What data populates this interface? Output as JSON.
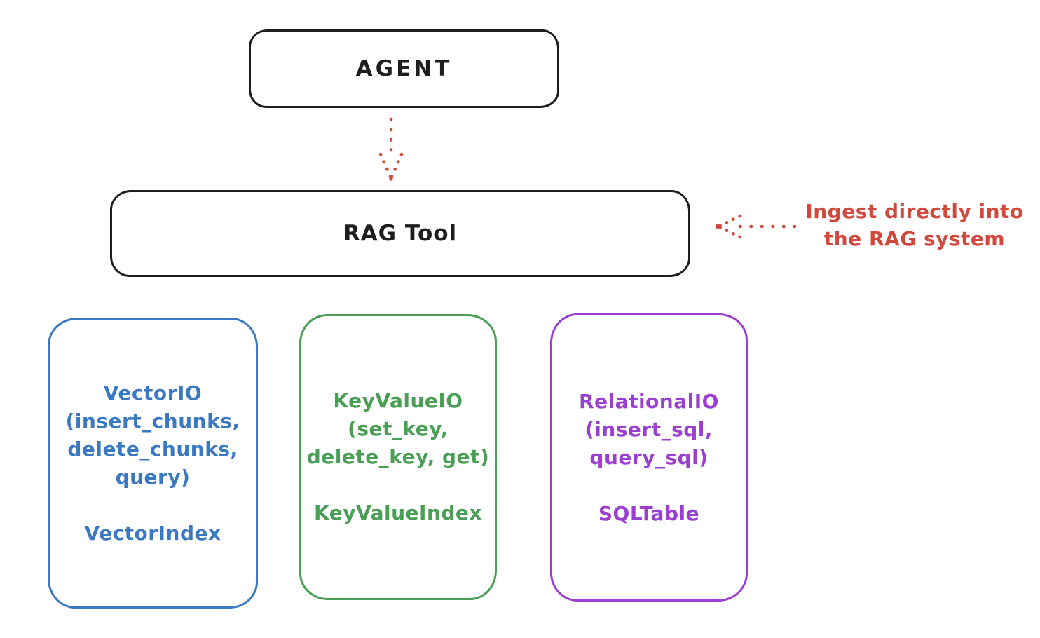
{
  "diagram": {
    "nodes": {
      "agent": {
        "label": "AGENT"
      },
      "rag_tool": {
        "label": "RAG Tool"
      }
    },
    "annotation": {
      "line1": "Ingest directly into",
      "line2": "the RAG system"
    },
    "backends": [
      {
        "id": "vector-io",
        "color": "#3b78c2",
        "lines": [
          "VectorIO",
          "(insert_chunks,",
          "delete_chunks,",
          "query)"
        ],
        "footer": "VectorIndex"
      },
      {
        "id": "keyvalue-io",
        "color": "#4a9e55",
        "lines": [
          "KeyValueIO",
          "(set_key,",
          "delete_key, get)"
        ],
        "footer": "KeyValueIndex"
      },
      {
        "id": "relational-io",
        "color": "#9a3fd0",
        "lines": [
          "RelationalIO",
          "(insert_sql,",
          "query_sql)"
        ],
        "footer": "SQLTable"
      }
    ],
    "icons": {
      "down_arrow": "dotted-arrow-down-icon",
      "left_arrow": "dotted-arrow-left-icon"
    },
    "colors": {
      "ink": "#1e1e1e",
      "red": "#d1493d",
      "blue": "#3b78c2",
      "green": "#4a9e55",
      "purple": "#9a3fd0",
      "background": "#ffffff"
    }
  }
}
